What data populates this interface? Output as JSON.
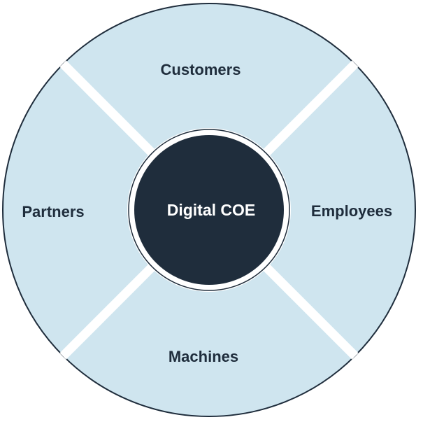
{
  "diagram": {
    "center_label": "Digital COE",
    "quadrants": {
      "top": "Customers",
      "right": "Employees",
      "bottom": "Machines",
      "left": "Partners"
    }
  },
  "colors": {
    "ring_fill": "#cfe5ef",
    "outline": "#1f2d3c",
    "center_fill": "#1f2d3c",
    "divider": "#ffffff",
    "label_text": "#1f2d3c",
    "center_text": "#ffffff"
  }
}
